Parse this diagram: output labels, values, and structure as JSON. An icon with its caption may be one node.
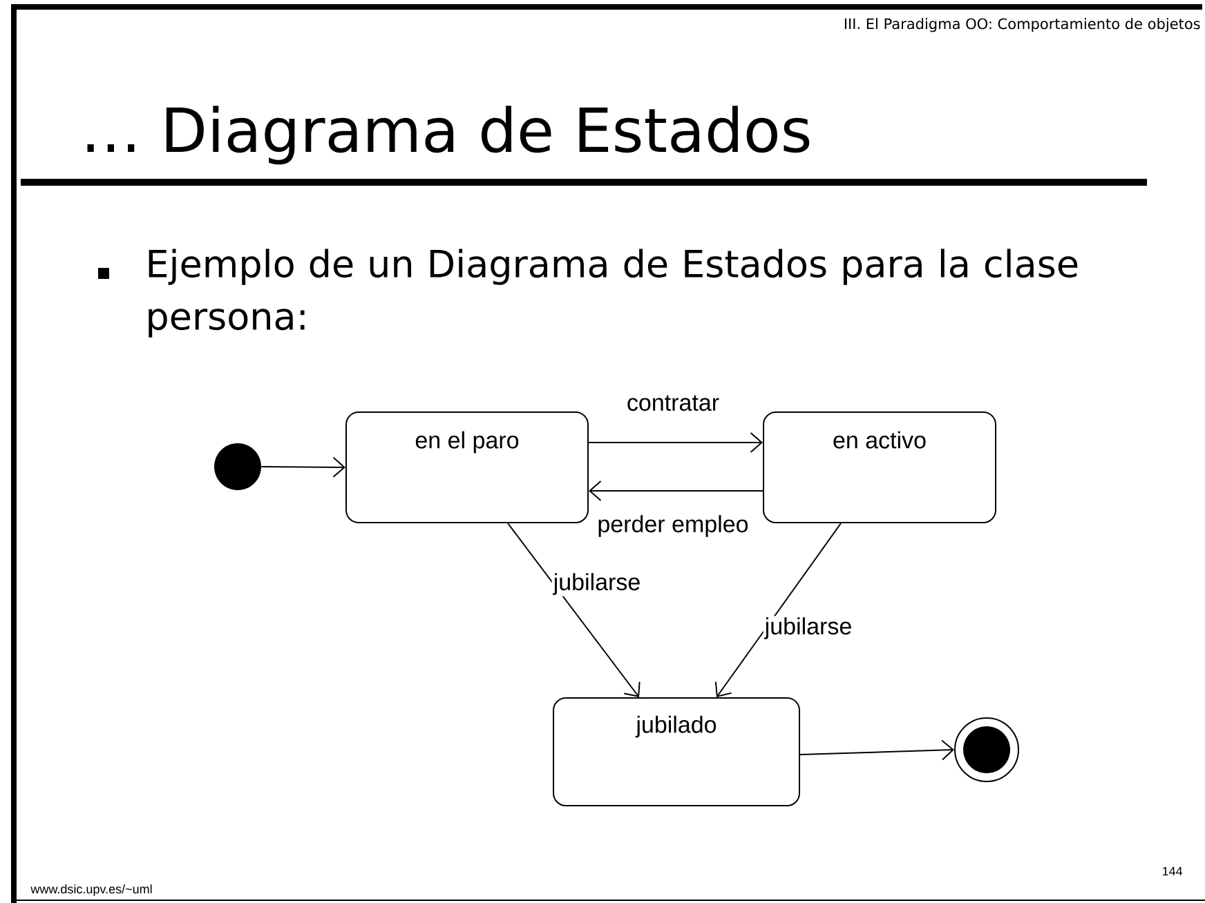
{
  "diagram": {
    "title": "… Diagrama de Estados",
    "nodes": [
      {
        "text": [],
        "shape": "circle"
      },
      {
        "text": [
          "en el paro"
        ]
      },
      {
        "text": [
          "en activo"
        ]
      },
      {
        "text": [
          "jubilado"
        ]
      },
      {
        "text": [],
        "shape": "circle"
      }
    ],
    "edges": [
      {
        "from": 0,
        "to": 1,
        "arrow": "to"
      },
      {
        "from": 1,
        "to": 2,
        "arrow": "to",
        "label": "contratar"
      },
      {
        "from": 2,
        "to": 1,
        "arrow": "to",
        "label": "perder empleo"
      },
      {
        "from": 1,
        "to": 3,
        "arrow": "to",
        "label": "jubilarse"
      },
      {
        "from": 2,
        "to": 3,
        "arrow": "to",
        "label": "jubilarse"
      },
      {
        "from": 3,
        "to": 4,
        "arrow": "to"
      }
    ],
    "labels": [
      "III. El Paradigma OO: Comportamiento de objetos",
      "Ejemplo de un Diagrama de Estados para la clase persona:",
      "www.dsic.upv.es/~uml",
      "144"
    ]
  }
}
